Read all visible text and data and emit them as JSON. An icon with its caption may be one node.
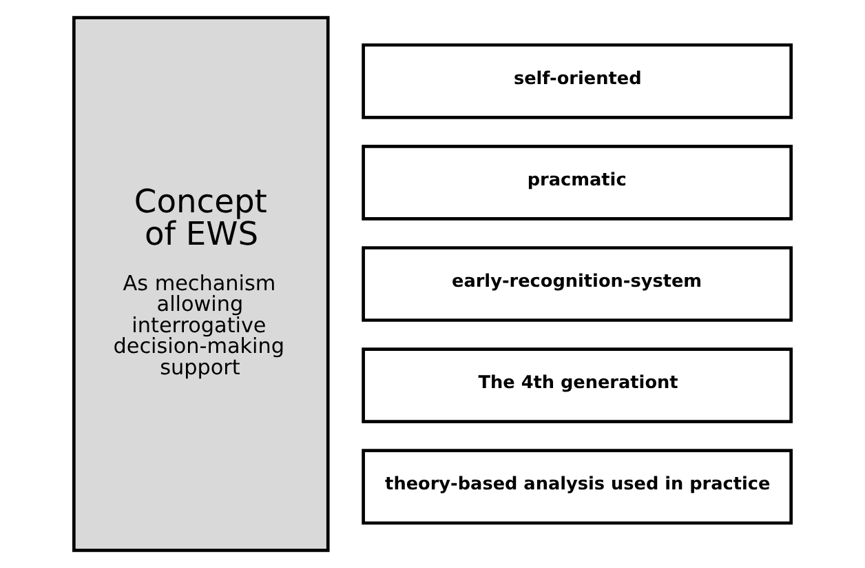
{
  "diagram": {
    "nodes": [
      {
        "text": [
          "Concept of EWS",
          "As mechanism allowing interrogative decision-making support"
        ]
      },
      {
        "text": [
          "self-oriented"
        ]
      },
      {
        "text": [
          "pracmatic"
        ]
      },
      {
        "text": [
          "early-recognition-system"
        ]
      },
      {
        "text": [
          "The 4th generationt"
        ]
      },
      {
        "text": [
          "theory-based analysis used in practice"
        ]
      }
    ]
  }
}
